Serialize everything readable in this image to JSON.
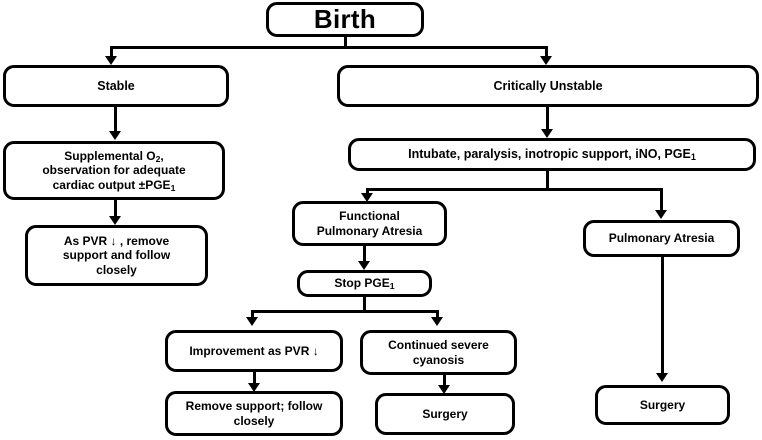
{
  "diagram": {
    "title": "Birth",
    "type": "clinical-decision-flowchart",
    "colors": {
      "stroke": "#000000",
      "fill": "#ffffff",
      "text": "#000000"
    },
    "nodes": {
      "birth": "Birth",
      "stable": "Stable",
      "critically_unstable": "Critically Unstable",
      "supplemental_o2_line1": "Supplemental O",
      "supplemental_o2_sub1": "2",
      "supplemental_o2_line1b": ",",
      "supplemental_o2_line2": "observation for adequate",
      "supplemental_o2_line3": "cardiac output ±PGE",
      "supplemental_o2_sub3": "1",
      "as_pvr_line1": "As PVR ↓ , remove",
      "as_pvr_line2": "support and follow",
      "as_pvr_line3": "closely",
      "intubate": "Intubate, paralysis, inotropic support, iNO, PGE",
      "intubate_sub": "1",
      "functional_pa_line1": "Functional",
      "functional_pa_line2": "Pulmonary Atresia",
      "stop_pge": "Stop PGE",
      "stop_pge_sub": "1",
      "pulmonary_atresia": "Pulmonary Atresia",
      "improvement_pvr": "Improvement as PVR ↓",
      "continued_cyanosis_line1": "Continued severe",
      "continued_cyanosis_line2": "cyanosis",
      "remove_support_line1": "Remove support; follow",
      "remove_support_line2": "closely",
      "surgery_middle": "Surgery",
      "surgery_right": "Surgery"
    },
    "edges": [
      {
        "from": "birth",
        "to": "stable"
      },
      {
        "from": "birth",
        "to": "critically_unstable"
      },
      {
        "from": "stable",
        "to": "supplemental_o2"
      },
      {
        "from": "supplemental_o2",
        "to": "as_pvr"
      },
      {
        "from": "critically_unstable",
        "to": "intubate"
      },
      {
        "from": "intubate",
        "to": "functional_pa"
      },
      {
        "from": "intubate",
        "to": "pulmonary_atresia"
      },
      {
        "from": "functional_pa",
        "to": "stop_pge"
      },
      {
        "from": "stop_pge",
        "to": "improvement_pvr"
      },
      {
        "from": "stop_pge",
        "to": "continued_cyanosis"
      },
      {
        "from": "improvement_pvr",
        "to": "remove_support"
      },
      {
        "from": "continued_cyanosis",
        "to": "surgery_middle"
      },
      {
        "from": "pulmonary_atresia",
        "to": "surgery_right"
      }
    ]
  }
}
